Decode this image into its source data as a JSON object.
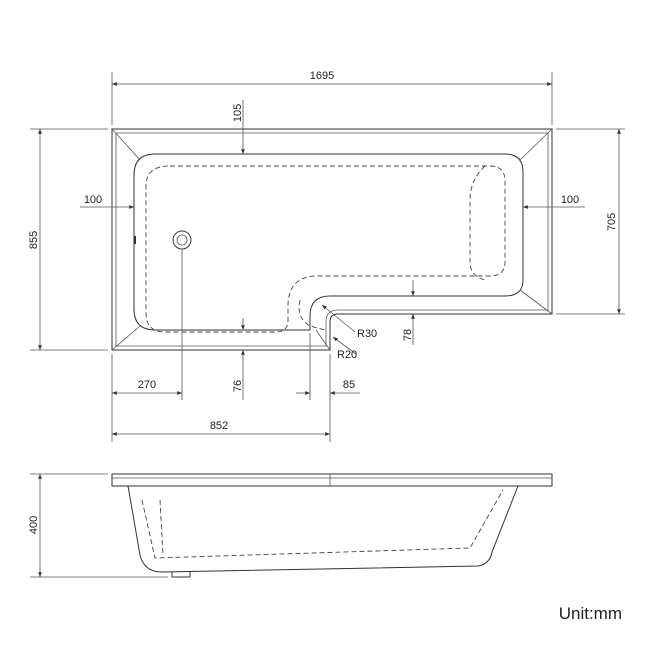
{
  "plan_view": {
    "overall_length": "1695",
    "overall_width": "855",
    "inner_width": "705",
    "rim_top": "105",
    "rim_left": "100",
    "rim_right": "100",
    "waste_offset": "270",
    "step_length": "852",
    "bottom_rim": "76",
    "step_offset": "85",
    "step_rim": "78",
    "outer_radius": "R30",
    "inner_radius": "R20"
  },
  "side_view": {
    "height": "400"
  },
  "unit_label": "Unit:mm"
}
